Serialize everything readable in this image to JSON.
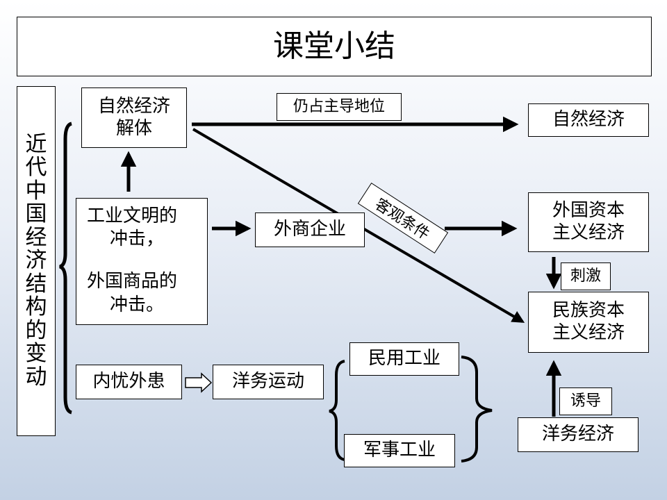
{
  "title": "课堂小结",
  "vertical_title": "近代中国经济结构的变动",
  "nodes": {
    "natural_breakup": [
      "自然经济",
      "解体"
    ],
    "impact": [
      "工业文明的",
      "冲击，",
      "外国商品的",
      "冲击。"
    ],
    "foreign_enterprise": "外商企业",
    "internal_external": "内忧外患",
    "westernization_movement": "洋务运动",
    "civil_industry": "民用工业",
    "military_industry": "军事工业",
    "natural_economy": "自然经济",
    "foreign_capitalism": [
      "外国资本",
      "主义经济"
    ],
    "national_capitalism": [
      "民族资本",
      "主义经济"
    ],
    "westernization_economy": "洋务经济"
  },
  "labels": {
    "still_dominant": "仍占主导地位",
    "objective_condition": "客观条件",
    "stimulate": "刺激",
    "induce": "诱导"
  }
}
